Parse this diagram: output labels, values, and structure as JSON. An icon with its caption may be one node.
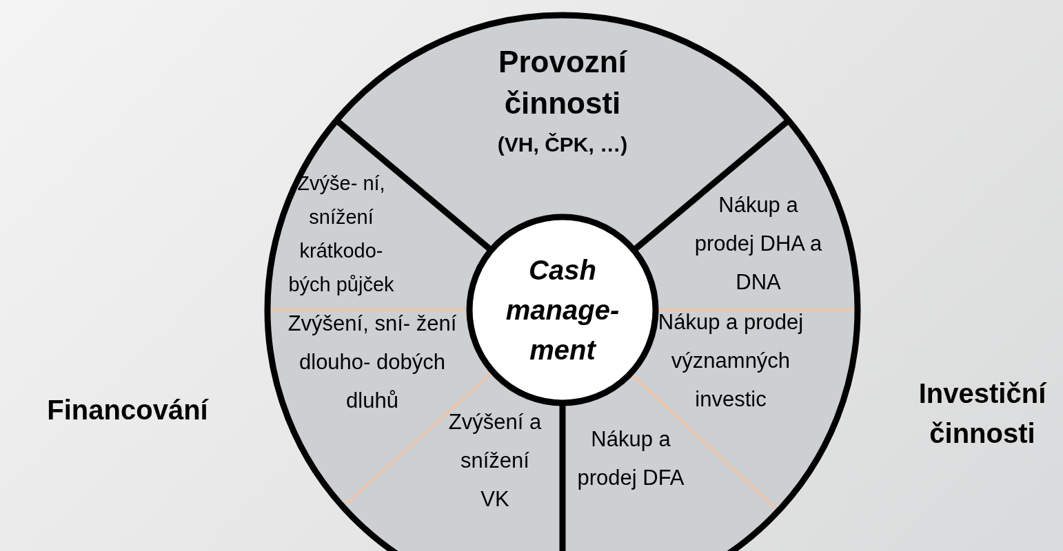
{
  "diagram": {
    "nodes": [
      {
        "text": [
          "Provozní činnosti",
          "(VH, ČPK, …)"
        ]
      },
      {
        "text": [
          "Zvýše- ní, snížení krátkodo- bých půjček"
        ]
      },
      {
        "text": [
          "Zvýšení, sní- žení dlouho- dobých dluhů"
        ]
      },
      {
        "text": [
          "Zvýšení a snížení VK"
        ]
      },
      {
        "text": [
          "Nákup a prodej DFA"
        ]
      },
      {
        "text": [
          "Nákup a prodej významných investic"
        ]
      },
      {
        "text": [
          "Nákup a prodej DHA a DNA"
        ]
      },
      {
        "text": [
          "Cash manage- ment"
        ]
      }
    ],
    "edges": [],
    "labels": [
      "Financování",
      "Investiční činnosti"
    ]
  }
}
